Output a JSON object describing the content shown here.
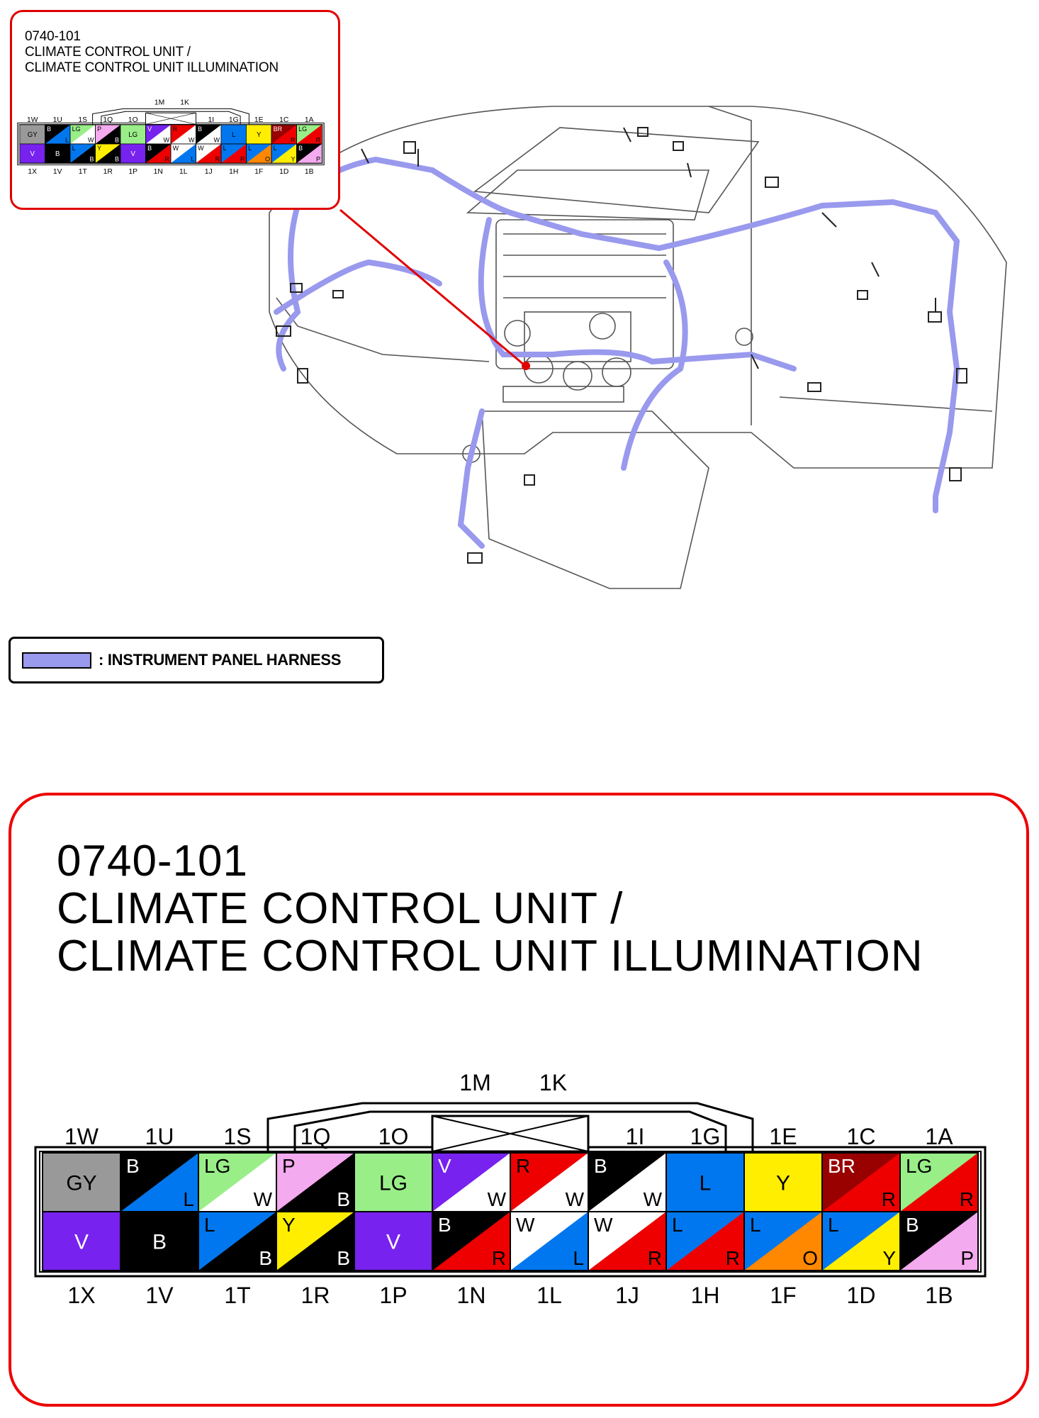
{
  "inset": {
    "code": "0740-101",
    "title_line1": "CLIMATE CONTROL UNIT /",
    "title_line2": "CLIMATE CONTROL UNIT ILLUMINATION"
  },
  "legend": {
    "label": ": INSTRUMENT PANEL HARNESS",
    "color": "#9999ee"
  },
  "main": {
    "code": "0740-101",
    "title_line1": "CLIMATE CONTROL UNIT /",
    "title_line2": "CLIMATE CONTROL UNIT ILLUMINATION"
  },
  "colors": {
    "GY": "#999999",
    "B": "#000000",
    "L": "#0077ee",
    "LG": "#99ee88",
    "W": "#ffffff",
    "P": "#f4aaee",
    "V": "#7722ee",
    "R": "#ee0000",
    "Y": "#ffee00",
    "BR": "#990000",
    "O": "#ff8800",
    "border": "#ee0000",
    "harness": "#9999ee"
  },
  "connector": {
    "top_group_labels": [
      "1M",
      "1K"
    ],
    "top_pin_labels": [
      "1W",
      "1U",
      "1S",
      "1Q",
      "1O",
      "1I",
      "1G",
      "1E",
      "1C",
      "1A"
    ],
    "bottom_pin_labels": [
      "1X",
      "1V",
      "1T",
      "1R",
      "1P",
      "1N",
      "1L",
      "1J",
      "1H",
      "1F",
      "1D",
      "1B"
    ],
    "top_row": [
      {
        "primary": "GY",
        "secondary": ""
      },
      {
        "primary": "B",
        "secondary": "L"
      },
      {
        "primary": "LG",
        "secondary": "W"
      },
      {
        "primary": "P",
        "secondary": "B"
      },
      {
        "primary": "LG",
        "secondary": ""
      },
      {
        "primary": "V",
        "secondary": "W"
      },
      {
        "primary": "R",
        "secondary": "W"
      },
      {
        "primary": "B",
        "secondary": "W"
      },
      {
        "primary": "L",
        "secondary": ""
      },
      {
        "primary": "Y",
        "secondary": ""
      },
      {
        "primary": "BR",
        "secondary": "R"
      },
      {
        "primary": "LG",
        "secondary": "R"
      }
    ],
    "bottom_row": [
      {
        "primary": "V",
        "secondary": ""
      },
      {
        "primary": "B",
        "secondary": ""
      },
      {
        "primary": "L",
        "secondary": "B"
      },
      {
        "primary": "Y",
        "secondary": "B"
      },
      {
        "primary": "V",
        "secondary": ""
      },
      {
        "primary": "B",
        "secondary": "R"
      },
      {
        "primary": "W",
        "secondary": "L"
      },
      {
        "primary": "W",
        "secondary": "R"
      },
      {
        "primary": "L",
        "secondary": "R"
      },
      {
        "primary": "L",
        "secondary": "O"
      },
      {
        "primary": "L",
        "secondary": "Y"
      },
      {
        "primary": "B",
        "secondary": "P"
      }
    ]
  }
}
